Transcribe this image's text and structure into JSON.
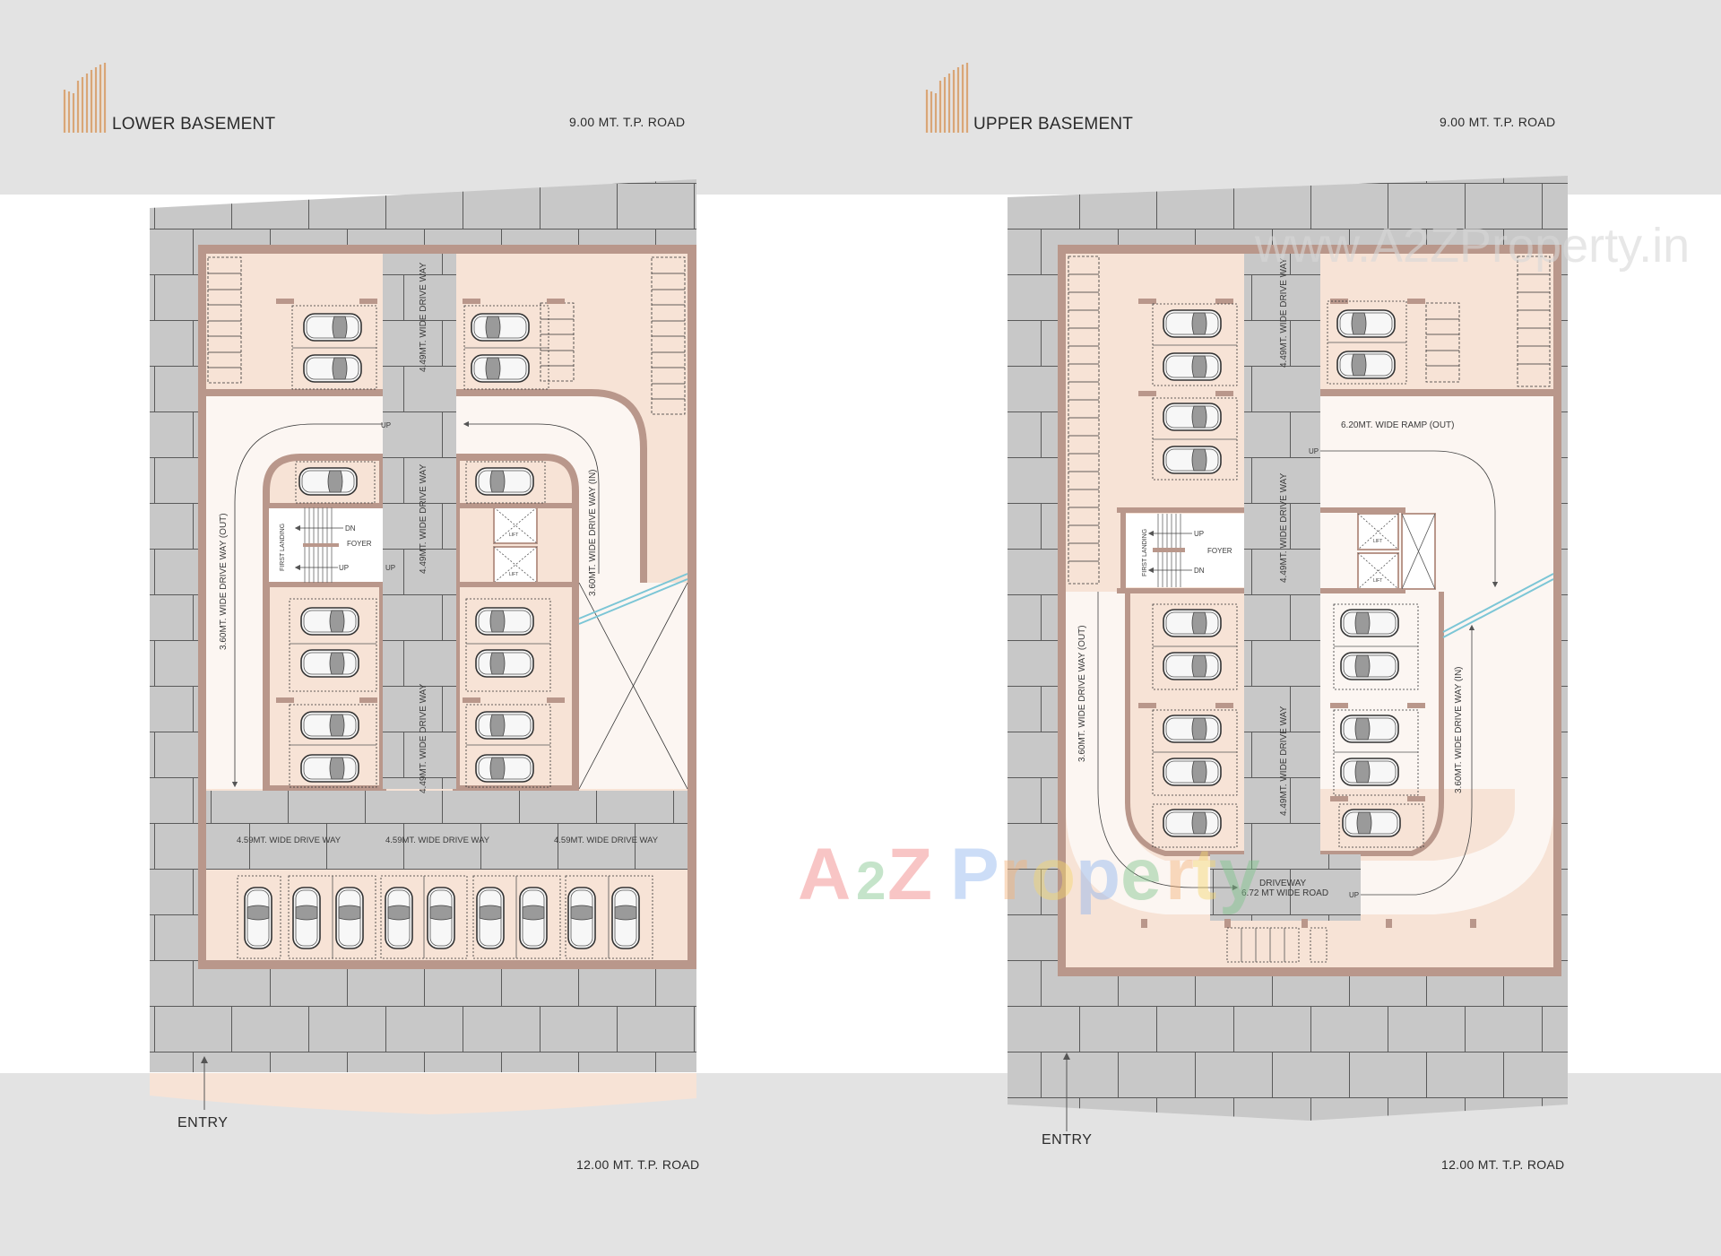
{
  "lower_basement": {
    "title": "LOWER BASEMENT",
    "top_road": "9.00 MT. T.P. ROAD",
    "bottom_road": "12.00 MT. T.P. ROAD",
    "entry": "ENTRY",
    "labels": {
      "center_drive_top": "4.49MT. WIDE DRIVE WAY",
      "center_drive_mid": "4.49MT. WIDE DRIVE WAY",
      "center_drive_bottom": "4.49MT. WIDE DRIVE WAY",
      "drive_out": "3.60MT. WIDE DRIVE WAY (OUT)",
      "drive_in": "3.60MT. WIDE DRIVE WAY (IN)",
      "bottom_drive_1": "4.59MT. WIDE DRIVE WAY",
      "bottom_drive_2": "4.59MT. WIDE DRIVE WAY",
      "bottom_drive_3": "4.59MT. WIDE DRIVE WAY",
      "up_top": "UP",
      "up_foyer": "UP",
      "stair_dn": "DN",
      "stair_up": "UP",
      "foyer": "FOYER",
      "first_landing": "FIRST LANDING",
      "lift_1": "LIFT",
      "lift_2": "LIFT"
    }
  },
  "upper_basement": {
    "title": "UPPER BASEMENT",
    "top_road": "9.00 MT. T.P. ROAD",
    "bottom_road": "12.00 MT. T.P. ROAD",
    "entry": "ENTRY",
    "labels": {
      "center_drive_top": "4.49MT. WIDE DRIVE WAY",
      "center_drive_mid": "4.49MT. WIDE DRIVE WAY",
      "center_drive_bottom": "4.49MT. WIDE DRIVE WAY",
      "ramp_out": "6.20MT. WIDE RAMP (OUT)",
      "drive_out": "3.60MT. WIDE DRIVE WAY (OUT)",
      "drive_in": "3.60MT. WIDE DRIVE WAY (IN)",
      "driveway_1": "DRIVEWAY",
      "driveway_2": "6.72 MT WIDE ROAD",
      "up_ramp": "UP",
      "up_driveway": "UP",
      "stair_up": "UP",
      "stair_dn": "DN",
      "foyer": "FOYER",
      "first_landing": "FIRST LANDING",
      "lift_1": "LIFT",
      "lift_2": "LIFT"
    }
  },
  "watermarks": {
    "center": [
      "A",
      "2",
      "Z",
      " ",
      "P",
      "r",
      "o",
      "p",
      "e",
      "r",
      "t",
      "y"
    ],
    "url": "www.A2ZProperty.in"
  },
  "colors": {
    "band_gray": "#e3e3e3",
    "paving": "#c8c8c8",
    "paving_line": "#555555",
    "wall": "#b9978b",
    "floor_peach": "#f7e3d6",
    "ramp_white": "#fcf6f2",
    "logo_copper": "#d9a677"
  }
}
